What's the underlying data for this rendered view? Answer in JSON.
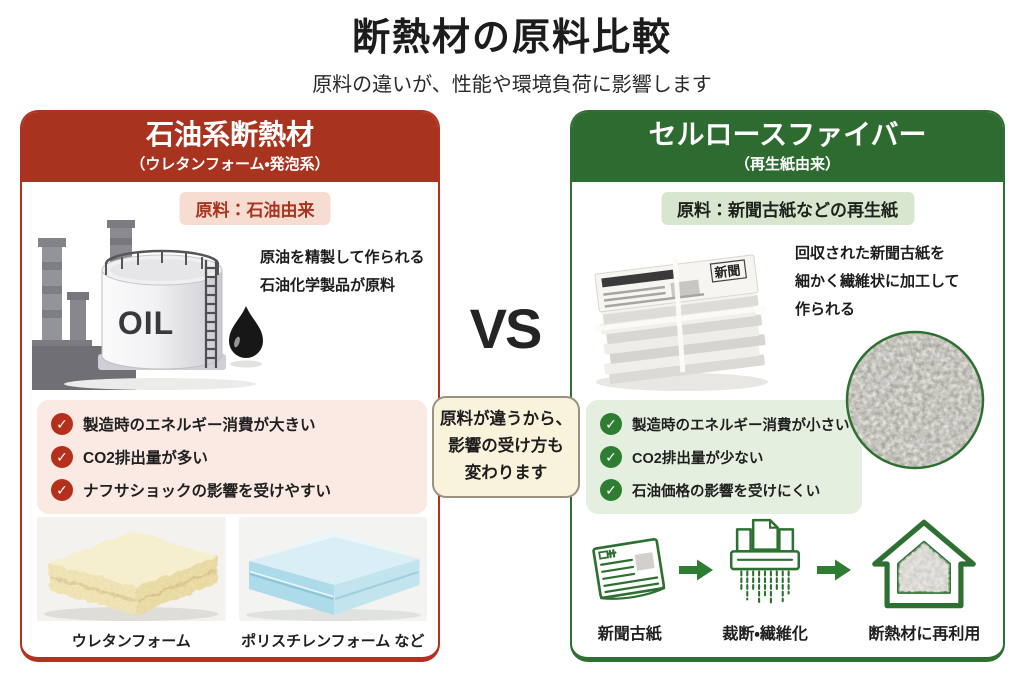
{
  "header": {
    "title": "断熱材の原料比較",
    "subtitle": "原料の違いが、性能や環境負荷に影響します"
  },
  "center": {
    "vs": "VS",
    "note_lines": [
      "原料が違うから、",
      "影響の受け方も",
      "変わります"
    ]
  },
  "icons": {
    "check": "✓"
  },
  "left": {
    "title": "石油系断熱材",
    "subtitle": "（ウレタンフォーム・発泡系）",
    "badge": "原料：石油由来",
    "tank_label": "OIL",
    "description": [
      "原油を精製して作られる",
      "石油化学製品が原料"
    ],
    "points": [
      "製造時のエネルギー消費が大きい",
      "CO2排出量が多い",
      "ナフサショックの影響を受けやすい"
    ],
    "product_labels": [
      "ウレタンフォーム",
      "ポリスチレンフォーム など"
    ]
  },
  "right": {
    "title": "セルロースファイバー",
    "subtitle": "（再生紙由来）",
    "badge": "原料：新聞古紙などの再生紙",
    "stack_title": "新聞",
    "description": [
      "回収された新聞古紙を",
      "細かく繊維状に加工して",
      "作られる"
    ],
    "points": [
      "製造時のエネルギー消費が小さい",
      "CO2排出量が少ない",
      "石油価格の影響を受けにくい"
    ],
    "process_labels": [
      "新聞古紙",
      "裁断・繊維化",
      "断熱材に再利用"
    ]
  },
  "colors": {
    "text": "#1f1f1f",
    "red_dark": "#a8331e",
    "red_border": "#b43122",
    "red_badge_bg": "#f7ddd1",
    "red_list_bg": "#fbe9e3",
    "red_check": "#b5301c",
    "green_dark": "#2d6b30",
    "green_border": "#2e7031",
    "green_badge_bg": "#d8e6d0",
    "green_list_bg": "#e5efdf",
    "green_check": "#2e7d32",
    "note_bg": "#faf3dc",
    "note_border": "#9a9180"
  }
}
